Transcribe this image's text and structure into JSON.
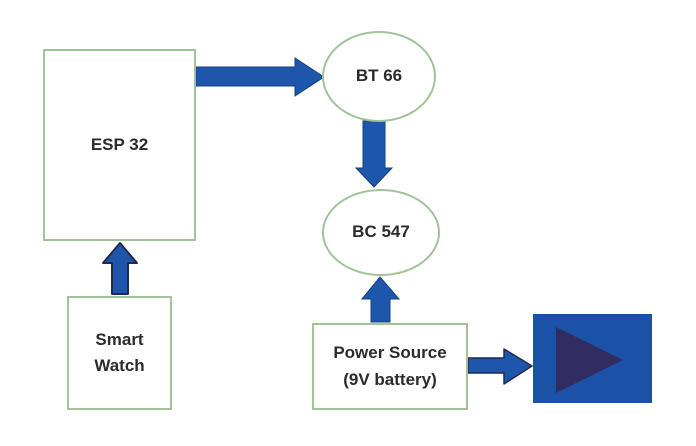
{
  "diagram": {
    "type": "block-diagram",
    "nodes": {
      "esp32": {
        "label": "ESP 32",
        "shape": "rectangle"
      },
      "bt66": {
        "label": "BT 66",
        "shape": "ellipse"
      },
      "bc547": {
        "label": "BC 547",
        "shape": "ellipse"
      },
      "smart_watch": {
        "line1": "Smart",
        "line2": "Watch",
        "shape": "rectangle"
      },
      "power_source": {
        "line1": "Power Source",
        "line2": "(9V battery)",
        "shape": "rectangle"
      },
      "speaker": {
        "label": "",
        "shape": "filled-rectangle",
        "icon": "play-triangle-icon"
      }
    },
    "edges": [
      {
        "from": "esp32",
        "to": "bt66",
        "direction": "right"
      },
      {
        "from": "bt66",
        "to": "bc547",
        "direction": "down"
      },
      {
        "from": "smart_watch",
        "to": "esp32",
        "direction": "up"
      },
      {
        "from": "power_source",
        "to": "bc547",
        "direction": "up"
      },
      {
        "from": "power_source",
        "to": "speaker",
        "direction": "right"
      }
    ],
    "colors": {
      "arrow_blue": "#1e56ac",
      "node_border_green": "#a0c497",
      "speaker_fill_blue": "#1b52a8",
      "speaker_triangle_navy": "#312d63",
      "text": "#2b2b2b",
      "background": "#ffffff"
    }
  }
}
